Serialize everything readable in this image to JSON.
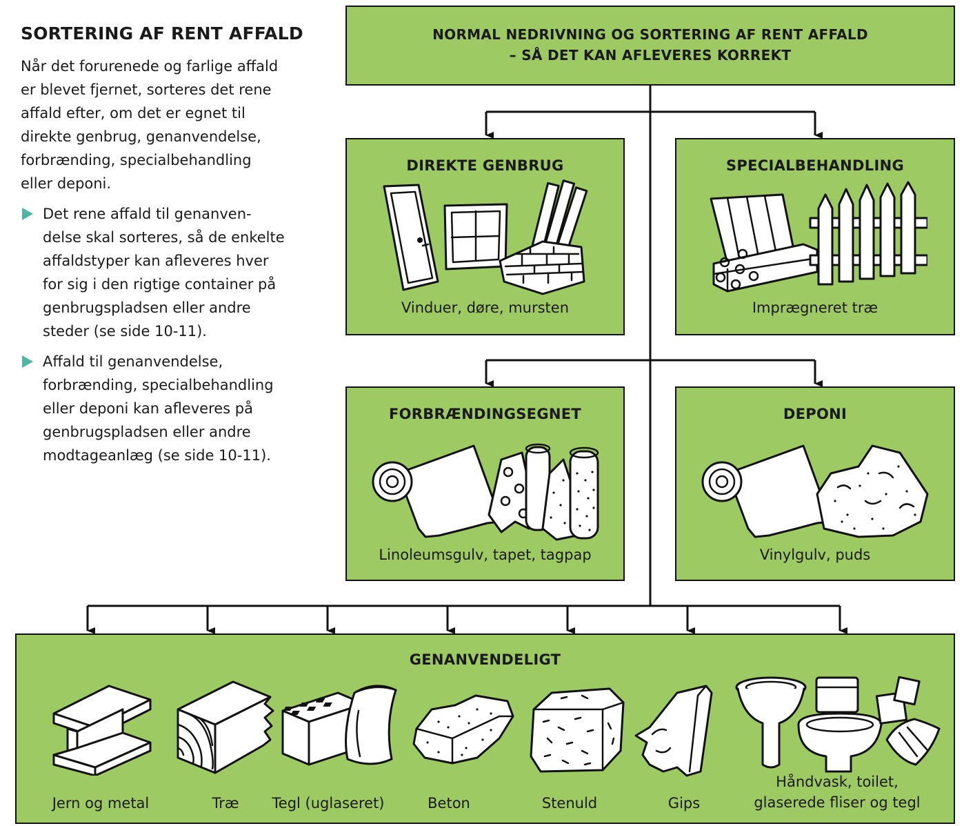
{
  "intro": {
    "heading": "SORTERING AF RENT AFFALD",
    "paragraph_lines": [
      "Når det forurenede og farlige affald",
      "er blevet fjernet, sorteres det rene",
      "affald efter, om det er egnet til",
      "direkte genbrug, genanvendelse,",
      "forbrænding, specialbehandling",
      "eller deponi."
    ],
    "bullets": [
      {
        "lines": [
          "Det rene affald til genanven-",
          "delse skal sorteres, så de enkelte",
          "affaldstyper kan afleveres hver",
          "for sig i den rigtige container på",
          "genbrugspladsen eller andre",
          "steder (se side 10-11)."
        ]
      },
      {
        "lines": [
          "Affald til genanvendelse,",
          "forbrænding, specialbehandling",
          "eller deponi kan afleveres på",
          "genbrugspladsen eller andre",
          "modtageanlæg (se side 10-11)."
        ]
      }
    ]
  },
  "top_box": {
    "title_line1": "NORMAL NEDRIVNING OG SORTERING AF RENT AFFALD",
    "title_line2": "– SÅ DET KAN AFLEVERES KORREKT"
  },
  "category_boxes": [
    {
      "title": "DIREKTE GENBRUG",
      "caption": "Vinduer, døre, mursten",
      "icon": "door-window-bricks-icon"
    },
    {
      "title": "SPECIALBEHANDLING",
      "caption": "Imprægneret træ",
      "icon": "impregnated-wood-icon"
    },
    {
      "title": "FORBRÆNDINGSEGNET",
      "caption": "Linoleumsgulv, tapet, tagpap",
      "icon": "linoleum-wallpaper-roofing-icon"
    },
    {
      "title": "DEPONI",
      "caption": "Vinylgulv, puds",
      "icon": "vinyl-plaster-icon"
    }
  ],
  "recyclable": {
    "title": "GENANVENDELIGT",
    "items": [
      {
        "label": "Jern og metal",
        "icon": "steel-beam-icon"
      },
      {
        "label": "Træ",
        "icon": "wood-beam-icon"
      },
      {
        "label": "Tegl (uglaseret)",
        "icon": "brick-tile-icon"
      },
      {
        "label": "Beton",
        "icon": "concrete-icon"
      },
      {
        "label": "Stenuld",
        "icon": "stone-wool-icon"
      },
      {
        "label": "Gips",
        "icon": "gypsum-icon"
      },
      {
        "label_line1": "Håndvask, toilet,",
        "label_line2": "glaserede fliser og tegl",
        "icon": "sink-toilet-tiles-icon"
      }
    ]
  },
  "colors": {
    "box_fill": "#9dca62",
    "bullet_marker": "#4fb5a4",
    "stroke": "#111111"
  }
}
